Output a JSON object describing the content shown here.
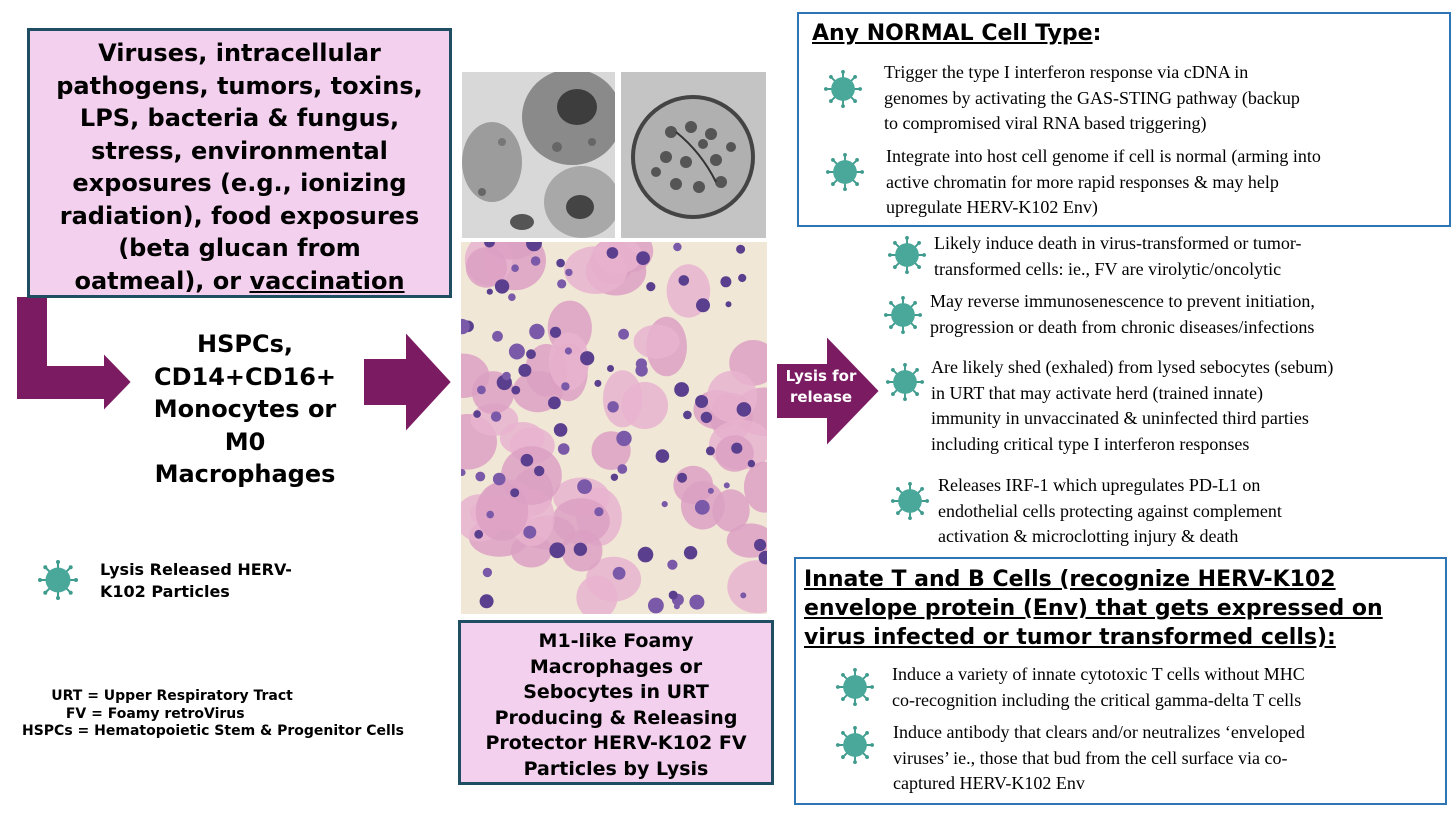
{
  "triggers": {
    "lines": [
      "Viruses, intracellular",
      "pathogens, tumors, toxins,",
      "LPS, bacteria & fungus,",
      "stress, environmental",
      "exposures (e.g., ionizing",
      "radiation), food exposures",
      "(beta glucan from"
    ],
    "last_line_prefix": "oatmeal), or ",
    "last_line_underlined": "vaccination"
  },
  "cells": {
    "lines": [
      "HSPCs,",
      "CD14+CD16+",
      "Monocytes or",
      "M0",
      "Macrophages"
    ]
  },
  "legend": {
    "icon": "virus-particle-icon",
    "lines": [
      "Lysis Released HERV-",
      "K102 Particles"
    ]
  },
  "abbreviations": [
    "      URT = Upper Respiratory Tract",
    "         FV = Foamy retroVirus",
    "HSPCs = Hematopoietic Stem & Progenitor Cells"
  ],
  "macrophage_box": {
    "lines": [
      "M1-like Foamy",
      "Macrophages or",
      "Sebocytes in URT",
      "Producing & Releasing",
      "Protector HERV-K102 FV",
      "Particles by Lysis"
    ]
  },
  "lysis_arrow": {
    "lines": [
      "Lysis for",
      "release"
    ]
  },
  "normal": {
    "title_underlined": "Any NORMAL Cell Type",
    "title_suffix": ":",
    "items": [
      [
        "Trigger the type I interferon response via cDNA in",
        "genomes by activating the GAS-STING pathway (backup",
        "to compromised viral RNA based triggering)"
      ],
      [
        "Integrate into host cell genome if cell is normal (arming into",
        "active chromatin for more rapid responses & may help",
        "upregulate HERV-K102 Env)"
      ],
      [
        "Likely induce death in virus-transformed or tumor-",
        "transformed cells: ie., FV are virolytic/oncolytic"
      ],
      [
        "May reverse immunosenescence to prevent initiation,",
        "progression or death from chronic diseases/infections"
      ],
      [
        "Are likely shed (exhaled) from lysed sebocytes (sebum)",
        "in URT that may activate herd (trained innate)",
        "immunity in unvaccinated & uninfected third parties",
        "including critical type I interferon responses"
      ],
      [
        "Releases IRF-1 which upregulates PD-L1 on",
        "endothelial cells protecting against complement",
        "activation & microclotting injury & death"
      ]
    ]
  },
  "innate": {
    "title_lines": [
      "Innate T and B Cells (recognize HERV-K102",
      "envelope protein (Env) that gets expressed on",
      "virus infected or tumor transformed cells):"
    ],
    "items": [
      [
        "Induce a variety of innate cytotoxic T cells without MHC",
        "co-recognition including the critical gamma-delta T cells"
      ],
      [
        "Induce antibody that clears and/or neutralizes ‘enveloped",
        "viruses’ ie., those that bud from the cell surface via co-",
        "captured HERV-K102 Env"
      ]
    ]
  },
  "colors": {
    "arrow_purple": "#7b1c63",
    "box_pink": "#f2d0ee",
    "box_border_dark": "#1f4e63",
    "box_border_blue": "#2e75b6",
    "icon_teal": "#4aa89a"
  }
}
